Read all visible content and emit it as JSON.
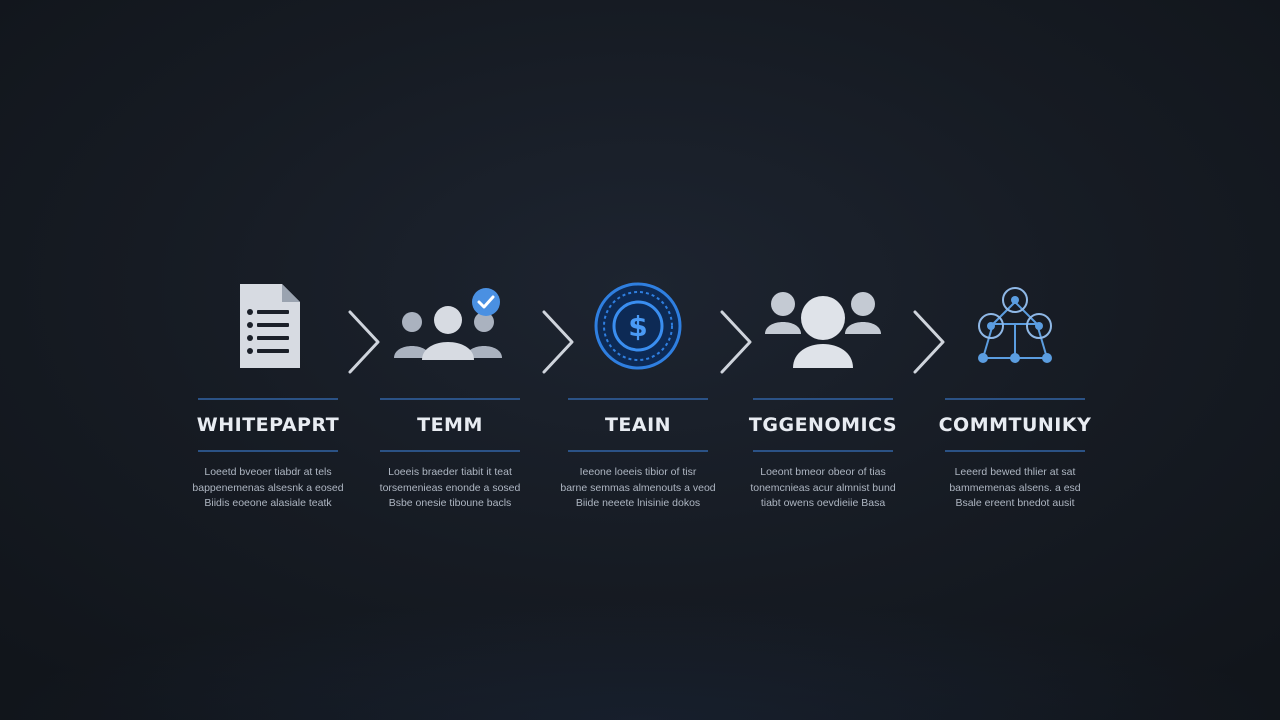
{
  "steps": [
    {
      "icon": "document-icon",
      "title": "WHITEPAPRT",
      "desc": [
        "Loeetd bveoer tiabdr at tels",
        "bappenemenas alsesnk a eosed",
        "Biidis eoeone alasiale teatk"
      ]
    },
    {
      "icon": "team-icon",
      "title": "TEMM",
      "desc": [
        "Loeeis braeder tiabit it teat",
        "torsemenieas enonde a sosed",
        "Bsbe onesie tiboune bacls"
      ]
    },
    {
      "icon": "coin-icon",
      "title": "TEAIN",
      "desc": [
        "Ieeone loeeis tibior of tisr",
        "barne semmas almenouts a veod",
        "Biide neeete lnisinie dokos"
      ]
    },
    {
      "icon": "community-icon",
      "title": "TGGENOMICS",
      "desc": [
        "Loeont bmeor obeor of tias",
        "tonemcnieas acur almnist bund",
        "tiabt owens oevdieiie Basa"
      ]
    },
    {
      "icon": "network-icon",
      "title": "COMMTUNIKY",
      "desc": [
        "Leeerd bewed thlier at sat",
        "bammemenas alsens. a esd",
        "Bsale ereent bnedot ausit"
      ]
    }
  ],
  "colors": {
    "accent": "#2f7fe0",
    "rule": "#2f5c96",
    "title": "#e8ecf2",
    "text": "#aeb6c2",
    "icon": "#d7dbe2",
    "background": "#161b23"
  }
}
